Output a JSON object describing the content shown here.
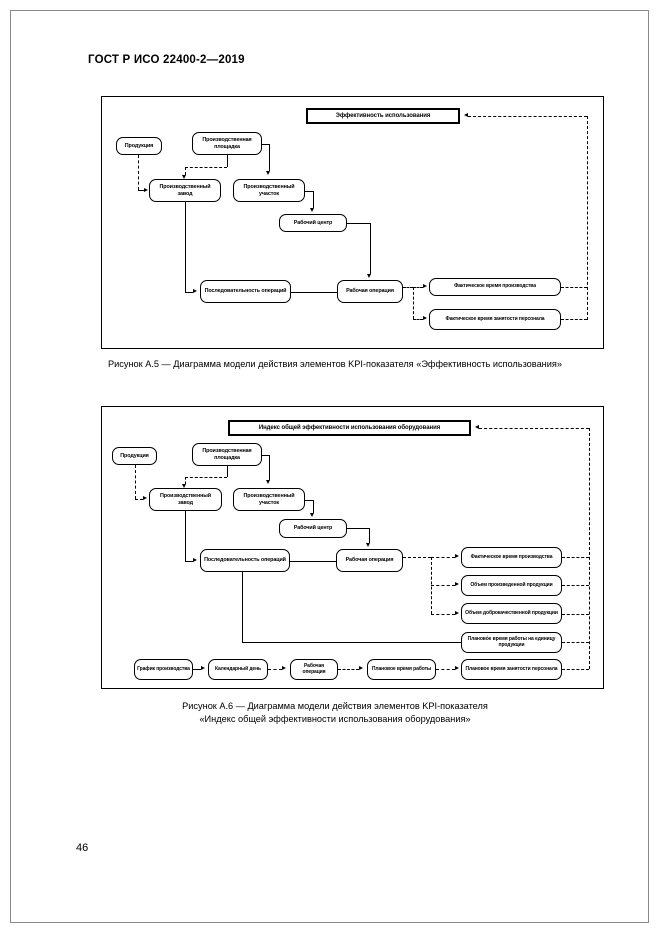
{
  "document": {
    "header": "ГОСТ Р ИСО 22400-2—2019",
    "page_number": "46"
  },
  "figures": [
    {
      "id": "a5",
      "caption": "Рисунок А.5 — Диаграмма модели действия элементов KPI-показателя «Эффективность использования»",
      "kpi_title": "Эффективность использования",
      "nodes": {
        "product": "Продукция",
        "production_site": "Производственная площадка",
        "production_plant": "Производственный завод",
        "production_area": "Производственный участок",
        "work_center": "Рабочий центр",
        "operation_sequence": "Последовательность операций",
        "work_operation": "Рабочая операция",
        "actual_production_time": "Фактическое время производства",
        "actual_personnel_time": "Фактическое время занятости персонала"
      }
    },
    {
      "id": "a6",
      "caption_line1": "Рисунок А.6 — Диаграмма модели действия элементов KPI-показателя",
      "caption_line2": "«Индекс общей эффективности использования оборудования»",
      "kpi_title": "Индекс общей эффективности использования оборудования",
      "nodes": {
        "product": "Продукция",
        "production_site": "Производственная площадка",
        "production_plant": "Производственный завод",
        "production_area": "Производственный участок",
        "work_center": "Рабочий центр",
        "operation_sequence": "Последовательность операций",
        "work_operation": "Рабочая операция",
        "actual_production_time": "Фактическое время производства",
        "produced_quantity": "Объем произведенной продукции",
        "good_quantity": "Объем доброкачественной продукции",
        "planned_time_per_unit": "Планово́е время работы на единицу продукции",
        "planned_personnel_time": "Плановое время занятости персонала",
        "production_schedule": "График производства",
        "calendar_day": "Календарный день",
        "work_operation_bottom": "Рабочая операция",
        "planned_work_time": "Плановое время работы"
      }
    }
  ],
  "colors": {
    "ink": "#000000",
    "page_border": "#8a8a8a",
    "background": "#ffffff"
  }
}
